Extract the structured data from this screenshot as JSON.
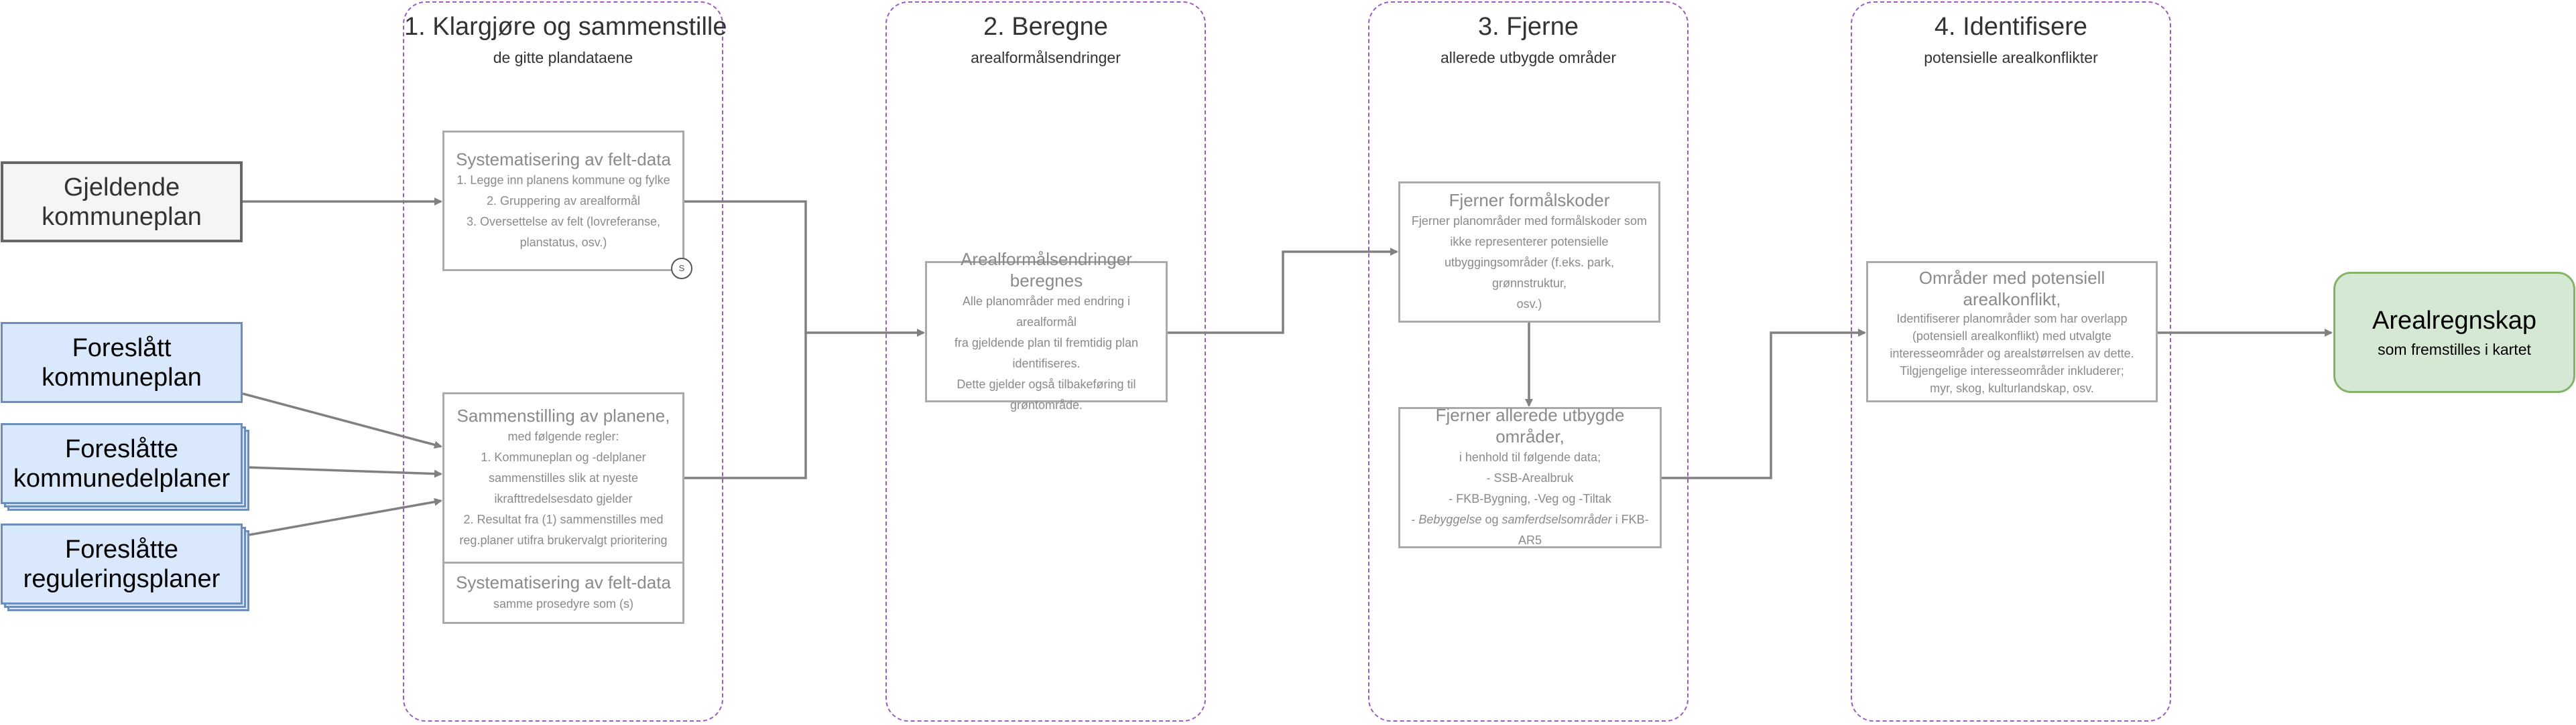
{
  "phases": [
    {
      "title": "1. Klargjøre og sammenstille",
      "subtitle": "de gitte plandataene"
    },
    {
      "title": "2. Beregne",
      "subtitle": "arealformålsendringer"
    },
    {
      "title": "3. Fjerne",
      "subtitle": "allerede utbygde områder"
    },
    {
      "title": "4. Identifisere",
      "subtitle": "potensielle arealkonflikter"
    }
  ],
  "inputs": {
    "gjeldende": [
      "Gjeldende",
      "kommuneplan"
    ],
    "foreslatt_kp": [
      "Foreslått",
      "kommuneplan"
    ],
    "foreslatte_kdp": [
      "Foreslåtte",
      "kommunedelplaner"
    ],
    "foreslatte_rp": [
      "Foreslåtte",
      "reguleringsplaner"
    ]
  },
  "process": {
    "systematisering": {
      "title": "Systematisering av felt-data",
      "lines": [
        "1. Legge inn planens kommune og fylke",
        "2. Gruppering av arealformål",
        "3. Oversettelse av felt (lovreferanse,",
        "planstatus, osv.)"
      ],
      "badge": "S"
    },
    "sammenstilling": {
      "title": "Sammenstilling av planene,",
      "lines": [
        "med følgende regler:",
        "1. Kommuneplan og -delplaner",
        "sammenstilles slik at nyeste",
        "ikrafttredelsesdato gjelder",
        "2. Resultat fra (1) sammenstilles med",
        "reg.planer utifra brukervalgt prioritering"
      ]
    },
    "systematisering2": {
      "title": "Systematisering av felt-data",
      "line": "samme prosedyre som (s)"
    },
    "beregnes": {
      "title": "Arealformålsendringer beregnes",
      "lines": [
        "Alle planområder med endring i arealformål",
        "fra gjeldende plan til fremtidig plan",
        "identifiseres.",
        "Dette gjelder også tilbakeføring til",
        "grøntområde."
      ]
    },
    "formalskoder": {
      "title": "Fjerner formålskoder",
      "lines": [
        "Fjerner planområder med formålskoder som",
        "ikke representerer potensielle",
        "utbyggingsområder (f.eks. park, grønnstruktur,",
        "osv.)"
      ]
    },
    "utbygde": {
      "title": "Fjerner allerede utbygde områder,",
      "lines": [
        "i henhold til følgende data;",
        "- SSB-Arealbruk",
        "- FKB-Bygning, -Veg og -Tiltak"
      ],
      "last_prefix": "- ",
      "last_em1": "Bebyggelse",
      "last_mid": " og ",
      "last_em2": "samferdselsområder",
      "last_suffix": " i FKB-",
      "last_line2": "AR5"
    },
    "konflikt": {
      "title": "Områder med potensiell arealkonflikt,",
      "lines": [
        "Identifiserer planområder som har overlapp",
        "(potensiell arealkonflikt) med utvalgte",
        "interesseområder og arealstørrelsen av dette.",
        "Tilgjengelige interesseområder inkluderer;",
        "myr, skog, kulturlandskap, osv."
      ]
    }
  },
  "output": {
    "title": "Arealregnskap",
    "subtitle": "som fremstilles i kartet"
  },
  "colors": {
    "phase_border": "#9c5bc0",
    "input_fill": "#dae8fc",
    "input_border": "#6c8ebf",
    "output_fill": "#d5e8d4",
    "output_border": "#82b366",
    "wire": "#808080"
  }
}
